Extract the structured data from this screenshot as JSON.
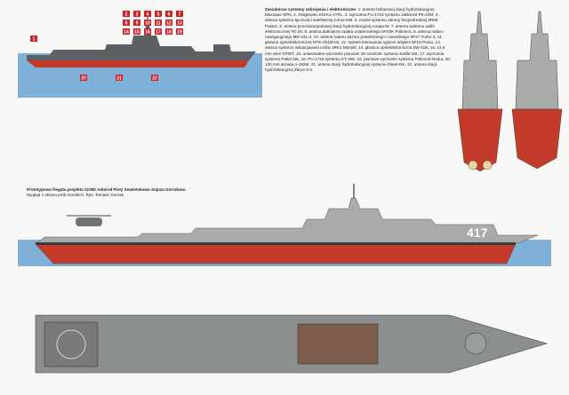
{
  "caption": {
    "title": "Prototypowa fregata projektu 22350 Admirał Floty Sowietskowo Sojuza Gorszkow.",
    "subtitle": "Wygląd z okresu prób morskich. Rys. Tomasz Gorzak."
  },
  "description": {
    "heading": "Zasadnicze systemy uzbrojenia i elektroniczne:",
    "items": [
      "1. antena holowanej stacji hydrolokacyjnej Minotawr-SPN",
      "2. śmigłowiec KM Ka-27PL",
      "3. wyrzutnia PU-1716 systemu zakłóceń PK-10M",
      "4. antena systemu łączności satelitarnej Cirrus-NM",
      "5. moduł systemu obrony bezpośredniej 5R68 Palasz",
      "6. antena przeciwtorpedowej stacji hydrolokacyjnej Anapa-M",
      "7. antena systemu walki elektronicznej TK-25",
      "8. antena dalmierza radaru uniwersalnego 5P20K Poliment",
      "9. antena radaru nawigacyjnego MR-231-3",
      "10. antena radaru dozoru powietrznego i nawodnego 5P27 Furke-4",
      "11. głowica optoelektroniczna MTK-201M-02",
      "12. system kierowania ogniem artylerii 5P10 Puma",
      "13. antena systemu wskazywania celów 3RK1 Monolit",
      "14. głowica optoelektroniczna 5W-41B",
      "15. 14,5 mm wkm KPWT",
      "16. uniwersalne wyrzutnie pionowe 3S-14UKSK systemu Kalibr-NK",
      "17. wyrzutnia systemu Paket-NK",
      "18. PU-1716 systemu KT-308",
      "19. pionowe wyrzutnie systemu Poliment-Redut",
      "20. 130 mm armata A-192M",
      "21. antena stacji hydrolokacyjnej systemu Paket-NK",
      "22. antena stacji hydrolokacyjnej Zarya-3-3"
    ]
  },
  "hull_number": "417",
  "callouts": {
    "top": [
      "2",
      "3",
      "4",
      "5",
      "6",
      "7",
      "8",
      "9",
      "10",
      "11",
      "12",
      "13",
      "14",
      "15",
      "16",
      "17",
      "18",
      "19"
    ],
    "left": [
      "1"
    ],
    "lower": [
      "20",
      "21",
      "22"
    ]
  },
  "colors": {
    "hull_grey": "#a9abab",
    "deck_grey": "#8c8f90",
    "antifouling_red": "#c43a2a",
    "waterline_dark": "#3a3a3a",
    "callout_red": "#c8242b",
    "background": "#f7f7f5",
    "water_blue": "#7fb0d8"
  }
}
